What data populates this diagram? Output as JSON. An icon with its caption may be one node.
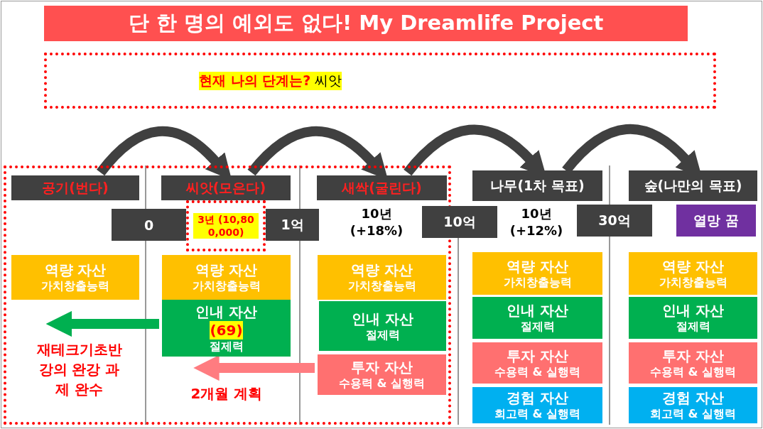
{
  "diagram": {
    "title": "단 한 명의 예외도 없다! My Dreamlife Project",
    "nodes": [
      {
        "text": [
          "**현재 나의 단계는?** 씨앗"
        ]
      },
      {
        "text": [],
        "shape": "box"
      },
      {
        "text": [
          "공기(번다)"
        ],
        "in": 1
      },
      {
        "text": [
          "씨앗(모은다)"
        ],
        "in": 1
      },
      {
        "text": [
          "새싹(굴린다)"
        ],
        "in": 1
      },
      {
        "text": [
          "나무(1차 목표)"
        ]
      },
      {
        "text": [
          "숲(나만의 목표)"
        ]
      },
      {
        "text": [
          "0"
        ],
        "in": 1
      },
      {
        "text": [
          "3년 (10,800,000)"
        ],
        "in": 1
      },
      {
        "text": [
          "1억"
        ],
        "in": 1
      },
      {
        "text": [
          "10억"
        ]
      },
      {
        "text": [
          "30억"
        ]
      },
      {
        "text": [
          "열망 꿈"
        ]
      },
      {
        "text": [
          "역량 자산",
          "가치창출능력"
        ],
        "in": 1
      },
      {
        "text": [
          "역량 자산",
          "가치창출능력"
        ],
        "in": 1
      },
      {
        "text": [
          "인내 자산",
          "(69)",
          "절제력"
        ],
        "in": 1
      },
      {
        "text": [
          "역량 자산",
          "가치창출능력"
        ],
        "in": 1
      },
      {
        "text": [
          "인내 자산",
          "절제력"
        ],
        "in": 1
      },
      {
        "text": [
          "투자 자산",
          "수용력 & 실행력"
        ],
        "in": 1
      },
      {
        "text": [
          "역량 자산",
          "가치창출능력"
        ]
      },
      {
        "text": [
          "인내 자산",
          "절제력"
        ]
      },
      {
        "text": [
          "투자 자산",
          "수용력 & 실행력"
        ]
      },
      {
        "text": [
          "경험 자산",
          "회고력 & 실행력"
        ]
      },
      {
        "text": [
          "역량 자산",
          "가치창출능력"
        ]
      },
      {
        "text": [
          "인내 자산",
          "절제력"
        ]
      },
      {
        "text": [
          "투자 자산",
          "수용력 & 실행력"
        ]
      },
      {
        "text": [
          "경험 자산",
          "회고력 & 실행력"
        ]
      },
      {
        "text": [
          "재테크기초반 강의 완강 과제 완수"
        ],
        "in": 1
      },
      {
        "text": [
          "2개월 계획"
        ],
        "in": 1
      }
    ],
    "edges": [
      {
        "from": 2,
        "to": 3,
        "arrow": "to"
      },
      {
        "from": 3,
        "to": 4,
        "arrow": "to"
      },
      {
        "from": 4,
        "to": 5,
        "arrow": "to"
      },
      {
        "from": 5,
        "to": 6,
        "arrow": "to"
      },
      {
        "from": 15,
        "to": 27,
        "arrow": "to",
        "color": "#00b050"
      },
      {
        "from": 18,
        "to": 28,
        "arrow": "to",
        "color": "#ff7c80"
      }
    ],
    "labels": [
      "10년 (+18%)",
      "10년 (+12%)"
    ]
  }
}
